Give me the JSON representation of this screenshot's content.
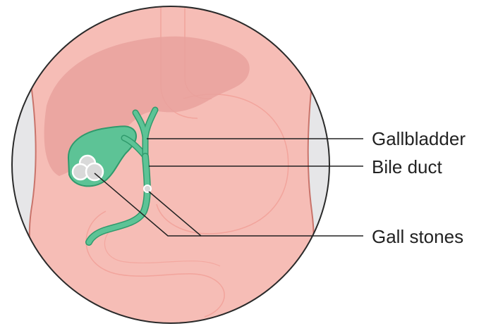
{
  "labels": {
    "gallbladder": "Gallbladder",
    "bile_duct": "Bile duct",
    "gall_stones": "Gall stones"
  },
  "colors": {
    "body_skin": "#f6bdb6",
    "body_outline": "#c9746b",
    "background_side": "#e6e6e8",
    "liver": "#e9a29d",
    "stomach_outline": "#ef8f86",
    "biliary_green": "#5dc396",
    "biliary_outline": "#2f9a6c",
    "stone_fill": "#d9d9d9",
    "leader_line": "#222222"
  }
}
